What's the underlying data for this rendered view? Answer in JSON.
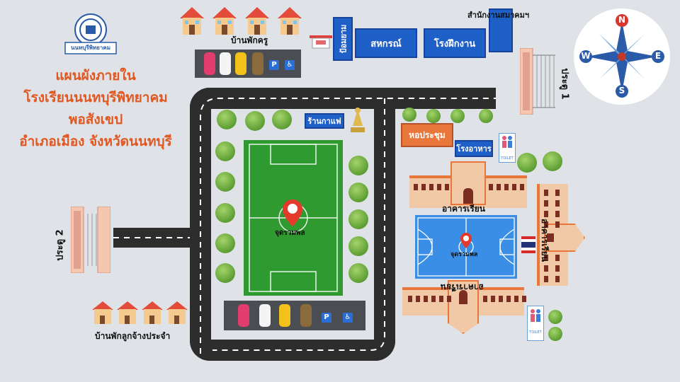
{
  "title_lines": [
    "แผนผังภายใน",
    "โรงเรียนนนทบุรีพิทยาคม",
    "พอสังเขป",
    "อำเภอเมือง จังหวัดนนทบุรี"
  ],
  "logo": {
    "text": "นนทบุรีพิทยาคม",
    "icon": "school-emblem-icon"
  },
  "places": {
    "teacher_houses": "บ้านพักครู",
    "staff_houses": "บ้านพักลูกจ้างประจำ",
    "guard_house": "ป้อมยาม",
    "cooperative": "สหกรณ์",
    "workshop": "โรงฝึกงาน",
    "office": "สำนักงานสมาคมฯ",
    "gate1": "ประตู 1",
    "gate2": "ประตู 2",
    "cafe": "ร้านกาแฟ",
    "hall": "หอประชุม",
    "canteen": "โรงอาหาร",
    "classroom_building": "อาคารเรียน",
    "classroom_building_side": "อาคารเรียน",
    "classroom_building_bottom": "อาคารเรียน",
    "assembly_field": "จุดรวมพล",
    "assembly_court": "จุดรวมพล"
  },
  "compass": {
    "n": "N",
    "s": "S",
    "e": "E",
    "w": "W"
  },
  "parking_sign": "P",
  "accessible_sign": "♿",
  "toilet_label": "TOILET",
  "colors": {
    "accent": "#e2561f",
    "field": "#2f9a2f",
    "court": "#3a8ee6",
    "building": "#f2c9a6",
    "roof": "#e9763a",
    "blue": "#1f5fc8"
  }
}
